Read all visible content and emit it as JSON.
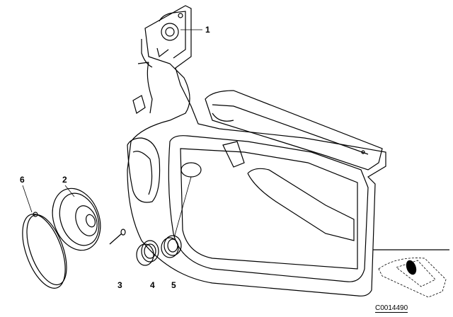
{
  "diagram": {
    "callouts": [
      {
        "id": "1",
        "part": "tweeter"
      },
      {
        "id": "2",
        "part": "speaker"
      },
      {
        "id": "3",
        "part": "screw"
      },
      {
        "id": "4",
        "part": "tweeter-housing"
      },
      {
        "id": "5",
        "part": "tweeter-ring"
      },
      {
        "id": "6",
        "part": "speaker-cover"
      }
    ],
    "drawing_code": "C0014490",
    "colors": {
      "line": "#000000",
      "background": "#ffffff"
    }
  }
}
